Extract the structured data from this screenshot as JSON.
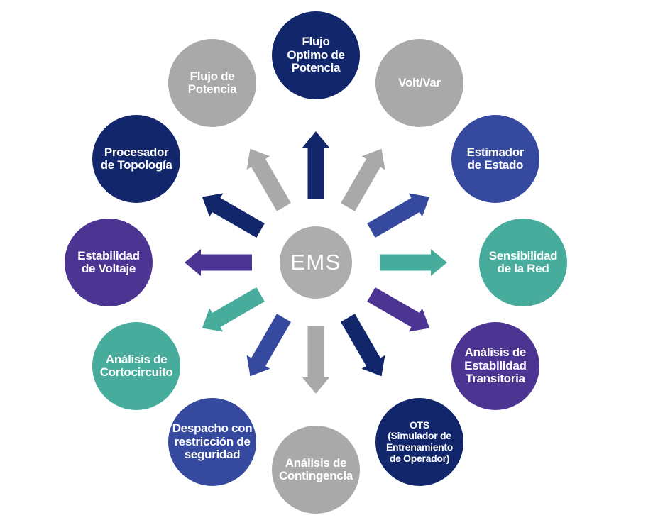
{
  "diagram": {
    "center_label": "EMS",
    "nodes": [
      {
        "label": "Flujo\nOptimo de\nPotencia",
        "color": "navy"
      },
      {
        "label": "Volt/Var",
        "color": "gray"
      },
      {
        "label": "Estimador\nde Estado",
        "color": "blue"
      },
      {
        "label": "Sensibilidad\nde la Red",
        "color": "teal"
      },
      {
        "label": "Análisis de\nEstabilidad\nTransitoria",
        "color": "purple"
      },
      {
        "label": "OTS\n(Simulador de\nEntrenamiento\nde Operador)",
        "color": "navy"
      },
      {
        "label": "Análisis de\nContingencia",
        "color": "gray"
      },
      {
        "label": "Despacho con\nrestricción de\nseguridad",
        "color": "blue"
      },
      {
        "label": "Análisis de\nCortocircuito",
        "color": "teal"
      },
      {
        "label": "Estabilidad\nde Voltaje",
        "color": "purple"
      },
      {
        "label": "Procesador\nde Topología",
        "color": "navy"
      },
      {
        "label": "Flujo de\nPotencia",
        "color": "gray"
      }
    ],
    "colors": {
      "navy": "#12266b",
      "blue": "#35499e",
      "teal": "#48ac9d",
      "purple": "#4c3493",
      "gray": "#a9a9a9",
      "center_gray": "#adadad",
      "text": "#ffffff"
    }
  }
}
